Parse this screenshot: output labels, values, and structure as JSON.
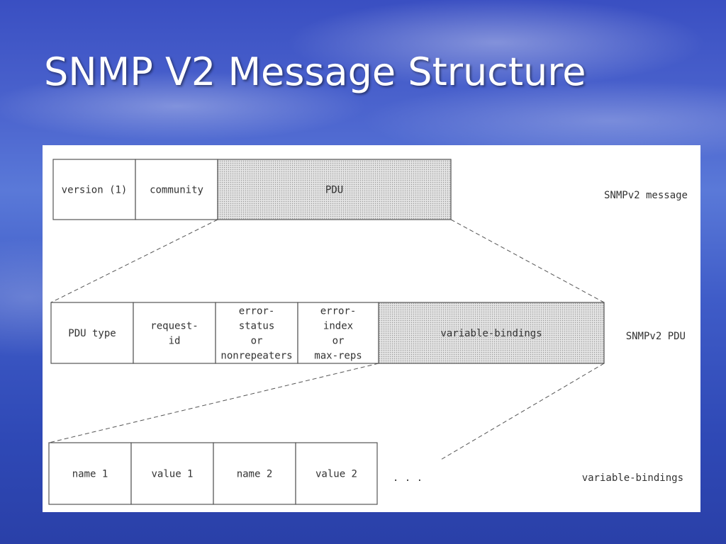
{
  "slide": {
    "title": "SNMP V2 Message Structure"
  },
  "diagram": {
    "message_row": {
      "label": "SNMPv2 message",
      "fields": [
        {
          "lines": [
            "version (1)"
          ],
          "shaded": false
        },
        {
          "lines": [
            "community"
          ],
          "shaded": false
        },
        {
          "lines": [
            "PDU"
          ],
          "shaded": true
        }
      ]
    },
    "pdu_row": {
      "label": "SNMPv2 PDU",
      "fields": [
        {
          "lines": [
            "PDU type"
          ],
          "shaded": false
        },
        {
          "lines": [
            "request-",
            "id"
          ],
          "shaded": false
        },
        {
          "lines": [
            "error-",
            "status",
            "or",
            "nonrepeaters"
          ],
          "shaded": false
        },
        {
          "lines": [
            "error-",
            "index",
            "or",
            "max-reps"
          ],
          "shaded": false
        },
        {
          "lines": [
            "variable-bindings"
          ],
          "shaded": true
        }
      ]
    },
    "bindings_row": {
      "label": "variable-bindings",
      "fields": [
        {
          "lines": [
            "name 1"
          ],
          "shaded": false
        },
        {
          "lines": [
            "value 1"
          ],
          "shaded": false
        },
        {
          "lines": [
            "name 2"
          ],
          "shaded": false
        },
        {
          "lines": [
            "value 2"
          ],
          "shaded": false
        }
      ],
      "ellipsis": ". . ."
    },
    "colors": {
      "line": "#555555",
      "text": "#333333",
      "shade": "#d9d9d9"
    }
  }
}
